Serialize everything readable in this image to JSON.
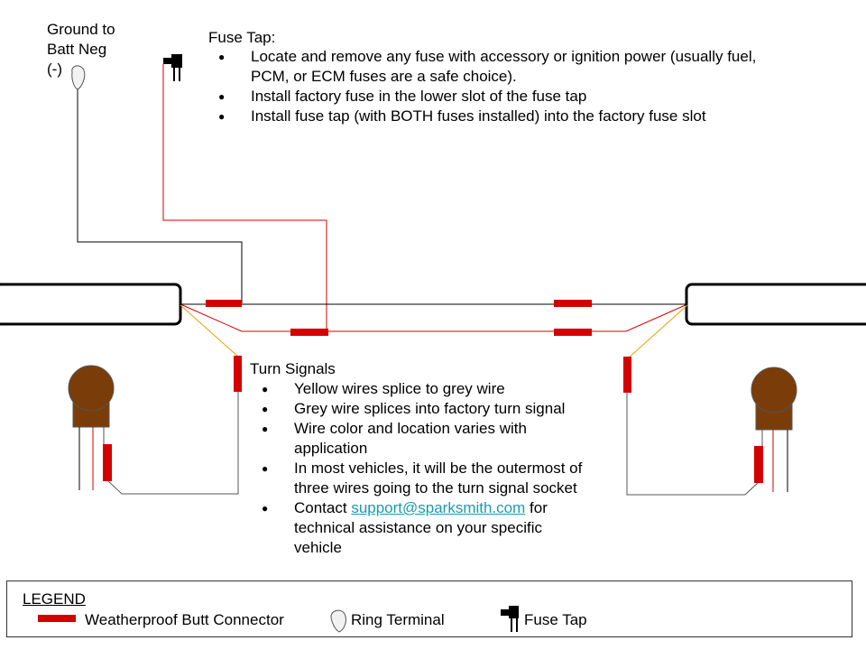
{
  "ground_label": [
    "Ground to",
    "Batt Neg",
    "(-)"
  ],
  "fuse_tap": {
    "title": "Fuse Tap:",
    "bullets": [
      "Locate and remove any fuse with accessory or ignition power (usually fuel, PCM, or ECM fuses are a safe choice).",
      "Install factory fuse in the lower slot of the fuse tap",
      "Install fuse tap (with BOTH fuses installed) into the factory fuse slot"
    ]
  },
  "turn_signals": {
    "title": "Turn Signals",
    "bullets": [
      "Yellow wires splice to grey wire",
      "Grey wire splices into factory turn signal",
      "Wire color and location varies with application",
      "In most vehicles, it will be the outermost of three wires going to the turn signal socket"
    ],
    "contact_prefix": "Contact ",
    "contact_email": "support@sparksmith.com",
    "contact_suffix": " for technical assistance on your specific vehicle"
  },
  "legend": {
    "title": "LEGEND",
    "items": [
      "Weatherproof Butt Connector",
      "Ring Terminal",
      "Fuse Tap"
    ]
  },
  "colors": {
    "connector": "#d40000",
    "wire_black": "#000000",
    "wire_red": "#d40000",
    "wire_yellow": "#e6a200",
    "wire_grey": "#555555",
    "socket": "#7a3d0a"
  },
  "icons": [
    "ring-terminal-icon",
    "fuse-tap-icon",
    "butt-connector-icon",
    "light-bar",
    "turn-signal-socket"
  ]
}
